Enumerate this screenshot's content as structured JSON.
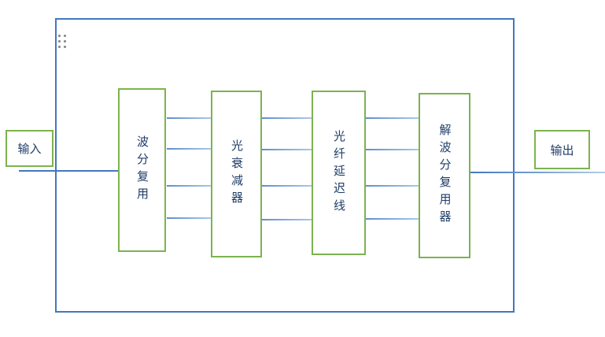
{
  "diagram": {
    "type": "optical-wdm-block-diagram",
    "input": {
      "label": "输入"
    },
    "output": {
      "label": "输出"
    },
    "blocks": [
      {
        "id": "wdm-mux",
        "label": "波分复用"
      },
      {
        "id": "optical-attenuator",
        "label": "光衰减器"
      },
      {
        "id": "fiber-delay-line",
        "label": "光纤延迟线"
      },
      {
        "id": "wdm-demux",
        "label": "解波分复用器"
      }
    ],
    "channel_count": 4,
    "colors": {
      "frame_border": "#4377be",
      "node_border": "#7cb350",
      "label_text": "#1f3d68",
      "wire_main": "#4377be",
      "wire_channel": "#5e90cb",
      "wire_channel_light": "#aac8e8",
      "grip_dots": "#8c8c8c"
    }
  }
}
